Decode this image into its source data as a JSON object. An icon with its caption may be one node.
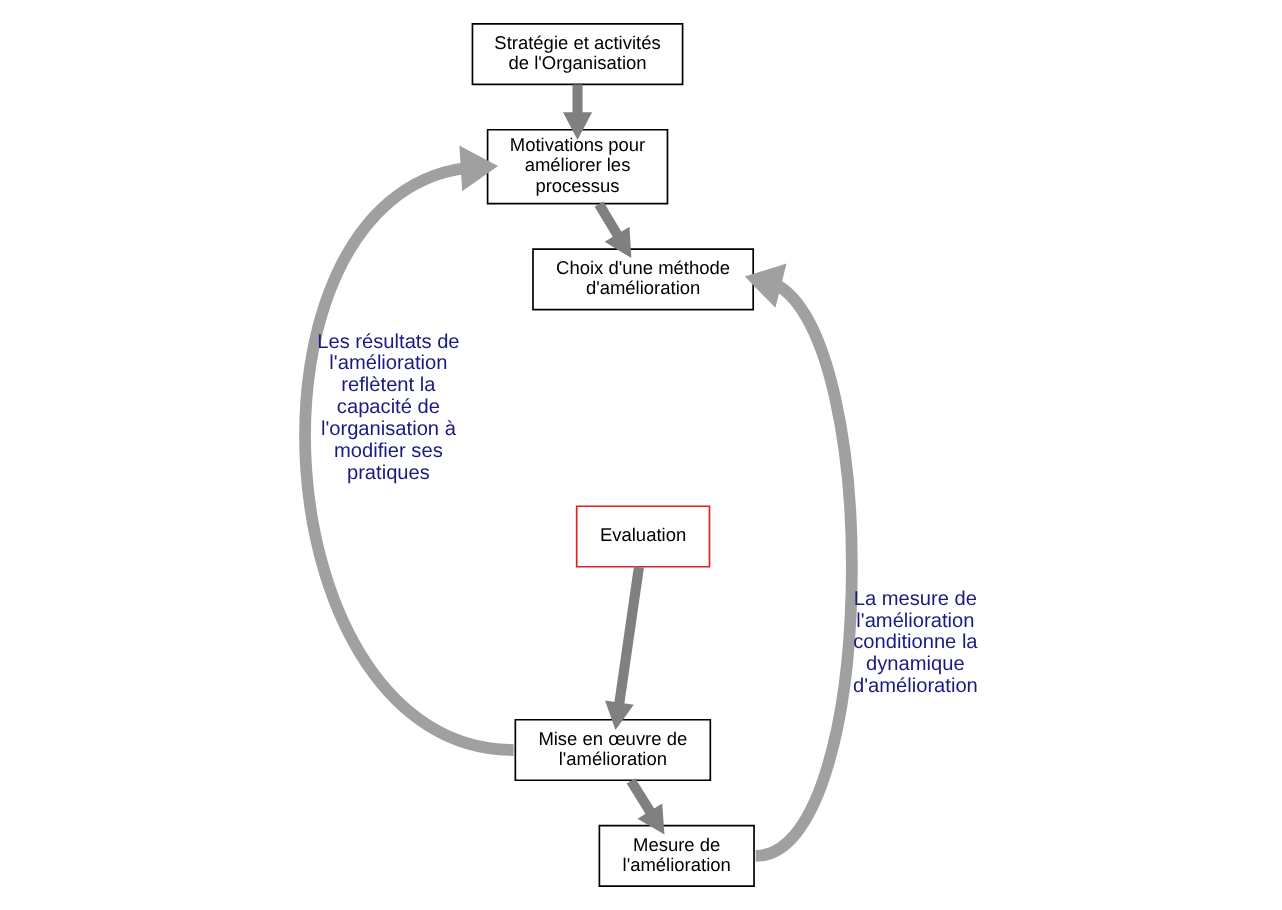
{
  "diagram": {
    "nodes": [
      {
        "text": [
          "Stratégie et activités de l'Organisation"
        ]
      },
      {
        "text": [
          "Motivations pour améliorer les processus"
        ]
      },
      {
        "text": [
          "Choix d'une méthode d'amélioration"
        ]
      },
      {
        "text": [
          "Evaluation"
        ]
      },
      {
        "text": [
          "Mise en œuvre de l'amélioration"
        ]
      },
      {
        "text": [
          "Mesure de l'amélioration"
        ]
      }
    ],
    "edges": [
      {
        "from": 0,
        "to": 1,
        "arrow": "to"
      },
      {
        "from": 1,
        "to": 2,
        "arrow": "to"
      },
      {
        "from": 3,
        "to": 4,
        "arrow": "to"
      },
      {
        "from": 4,
        "to": 5,
        "arrow": "to"
      },
      {
        "from": 4,
        "to": 1,
        "arrow": "to",
        "label": "Les résultats de l'amélioration reflètent la capacité de l'organisation à modifier ses pratiques"
      },
      {
        "from": 5,
        "to": 2,
        "arrow": "to",
        "label": "La mesure de l'amélioration conditionne la dynamique d'amélioration"
      }
    ]
  }
}
